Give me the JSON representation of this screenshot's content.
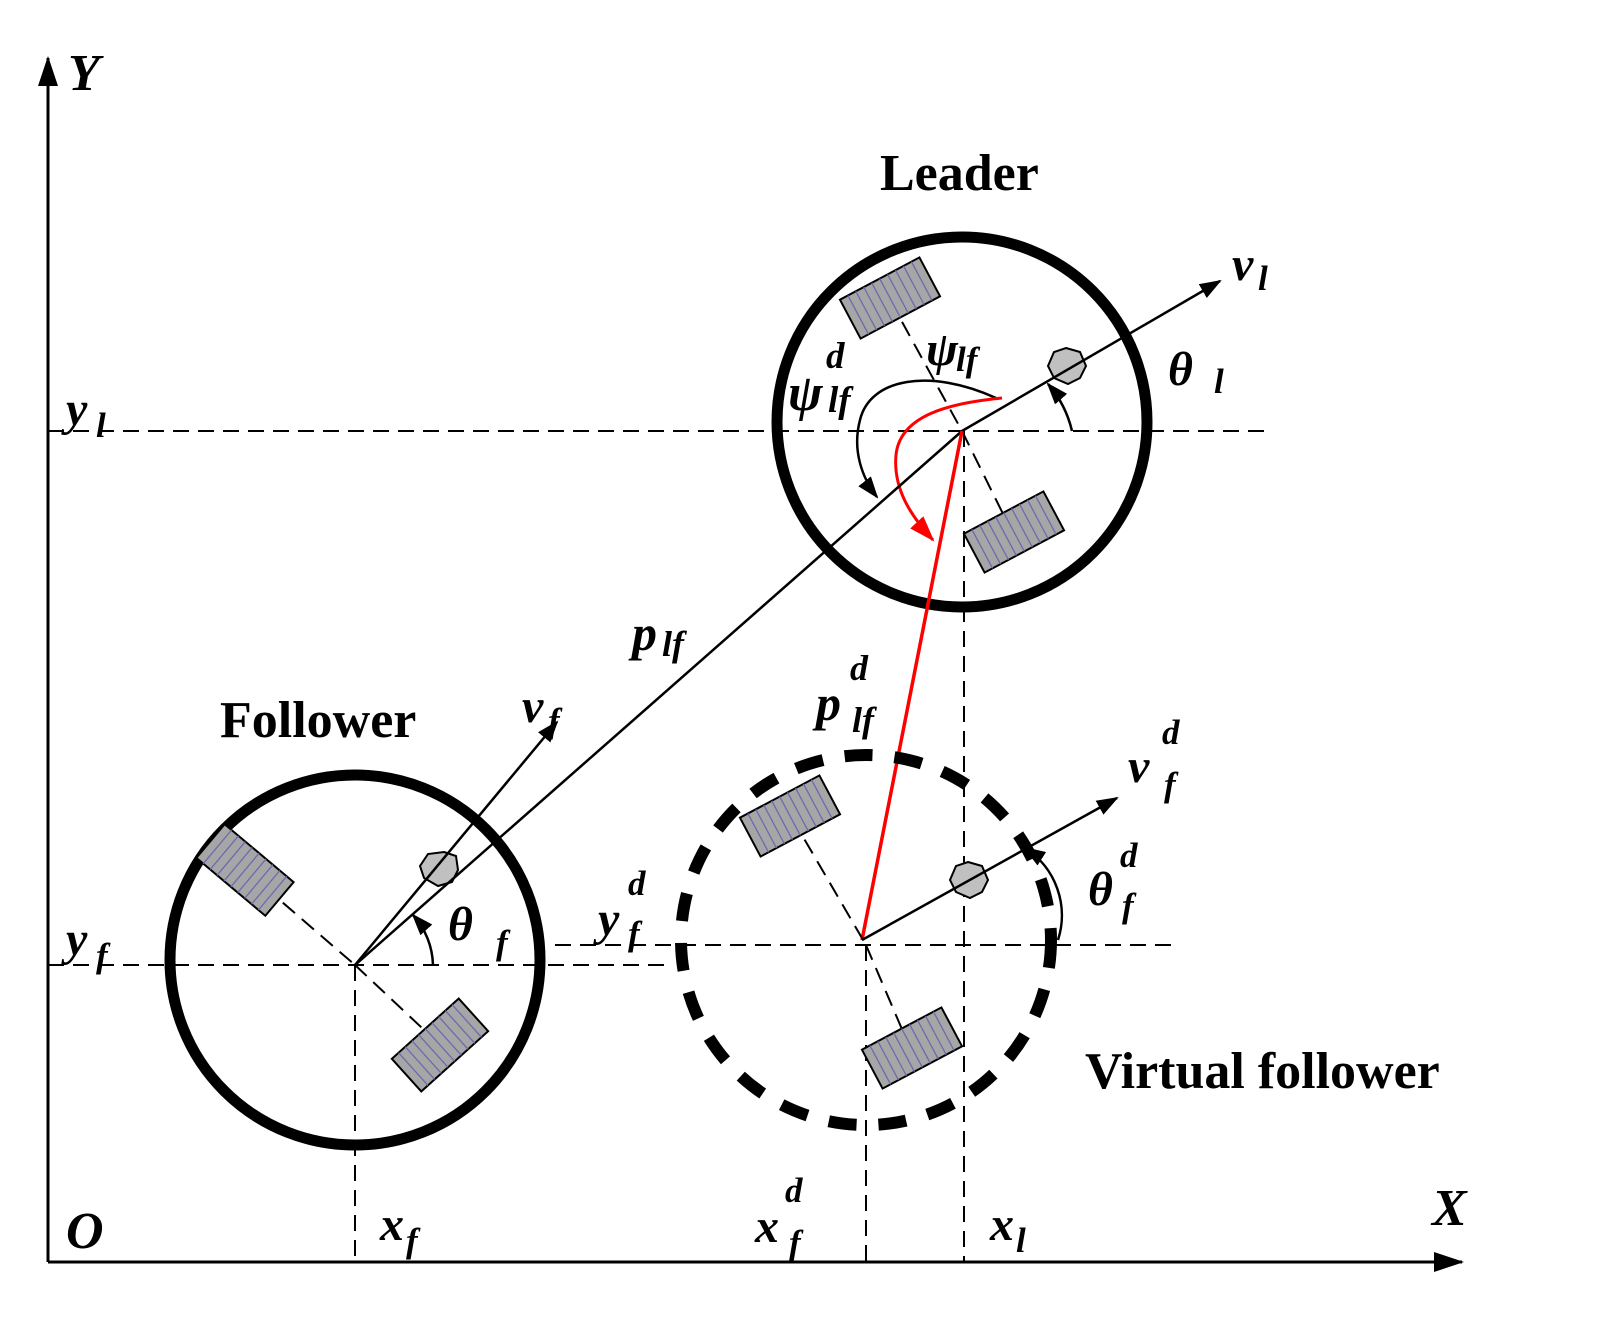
{
  "axes": {
    "x_label": "X",
    "y_label": "Y",
    "origin_label": "O"
  },
  "robots": {
    "leader": {
      "title": "Leader"
    },
    "follower": {
      "title": "Follower"
    },
    "virtual_follower": {
      "title": "Virtual follower"
    }
  },
  "coordinate_labels": [
    {
      "id": "y-l",
      "base": "y",
      "sub": "l",
      "sup": ""
    },
    {
      "id": "y-f",
      "base": "y",
      "sub": "f",
      "sup": ""
    },
    {
      "id": "y-f-d",
      "base": "y",
      "sub": "f",
      "sup": "d"
    },
    {
      "id": "x-f",
      "base": "x",
      "sub": "f",
      "sup": ""
    },
    {
      "id": "x-f-d",
      "base": "x",
      "sub": "f",
      "sup": "d"
    },
    {
      "id": "x-l",
      "base": "x",
      "sub": "l",
      "sup": ""
    }
  ],
  "vector_labels": [
    {
      "id": "v-l",
      "base": "v",
      "sub": "l",
      "sup": ""
    },
    {
      "id": "v-f",
      "base": "v",
      "sub": "f",
      "sup": ""
    },
    {
      "id": "v-f-d",
      "base": "v",
      "sub": "f",
      "sup": "d"
    },
    {
      "id": "p-lf",
      "base": "p",
      "sub": "lf",
      "sup": ""
    },
    {
      "id": "p-lf-d",
      "base": "p",
      "sub": "lf",
      "sup": "d"
    }
  ],
  "angle_labels": [
    {
      "id": "theta-l",
      "base": "θ",
      "sub": "l",
      "sup": ""
    },
    {
      "id": "theta-f",
      "base": "θ",
      "sub": "f",
      "sup": ""
    },
    {
      "id": "theta-f-d",
      "base": "θ",
      "sub": "f",
      "sup": "d"
    },
    {
      "id": "psi-lf",
      "base": "ψ",
      "sub": "lf",
      "sup": ""
    },
    {
      "id": "psi-lf-d",
      "base": "ψ",
      "sub": "lf",
      "sup": "d"
    }
  ],
  "colors": {
    "line": "#000000",
    "desired": "#ff0000",
    "wheel_fill": "#a6a6a6",
    "wheel_hatch": "#6a6ab0",
    "caster_fill": "#c0c0c0"
  }
}
